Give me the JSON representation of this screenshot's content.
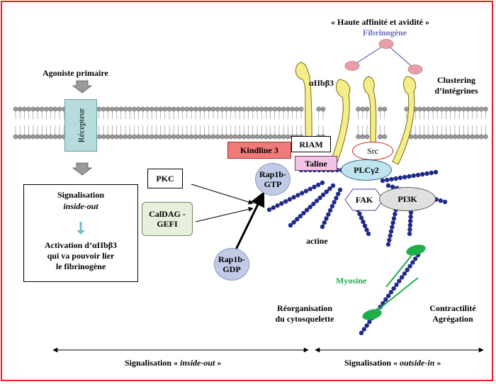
{
  "labels": {
    "haute_affinite": "« Haute affinité et avidité »",
    "fibrinogene": "Fibrinogène",
    "clustering_1": "Clustering",
    "clustering_2": "d’intégrines",
    "integrin": "αIIbβ3",
    "agoniste": "Agoniste primaire",
    "recepteur": "Récepteur",
    "kindline": "Kindline 3",
    "riam": "RIAM",
    "taline": "Taline",
    "src": "Src",
    "rap1b_gtp_1": "Rap1b-",
    "rap1b_gtp_2": "GTP",
    "plc": "PLCγ2",
    "fak": "FAK",
    "pi3k": "PI3K",
    "pkc": "PKC",
    "caldag_1": "CalDAG -",
    "caldag_2": "GEFI",
    "rap1b_gdp_1": "Rap1b-",
    "rap1b_gdp_2": "GDP",
    "actine": "actine",
    "myosine": "Myosine",
    "reorg_1": "Réorganisation",
    "reorg_2": "du cytosquelette",
    "contract_1": "Contractilité",
    "contract_2": "Agrégation",
    "sig_title": "Signalisation",
    "sig_title_it": "inside-out",
    "activation_1": "Activation d’αIIbβ3",
    "activation_2": "qui va pouvoir lier",
    "activation_3": "le fibrinogène",
    "bottom_left_pre": "Signalisation « ",
    "bottom_left_it": "inside-out",
    "bottom_left_post": " »",
    "bottom_right_pre": "Signalisation « ",
    "bottom_right_it": "outside-in",
    "bottom_right_post": " »"
  },
  "colors": {
    "frame": "#e8201c",
    "fibrinogen_text": "#6a6ab8",
    "fibrinogen_node": "#e8a0a8",
    "integrin_fill": "#f5ec8a",
    "receptor_fill": "#b6dcdc",
    "kindline_fill": "#f07a7a",
    "taline_fill": "#f2c4e6",
    "rap1b_fill": "#c2cbe6",
    "plc_fill": "#bfe3ef",
    "fak_fill": "#ffffff",
    "pi3k_fill": "#e0e0e0",
    "caldag_fill": "#e6f0dc",
    "actin": "#1f2a8a",
    "myosin": "#1fae4a",
    "membrane": "#7a7a7a"
  }
}
